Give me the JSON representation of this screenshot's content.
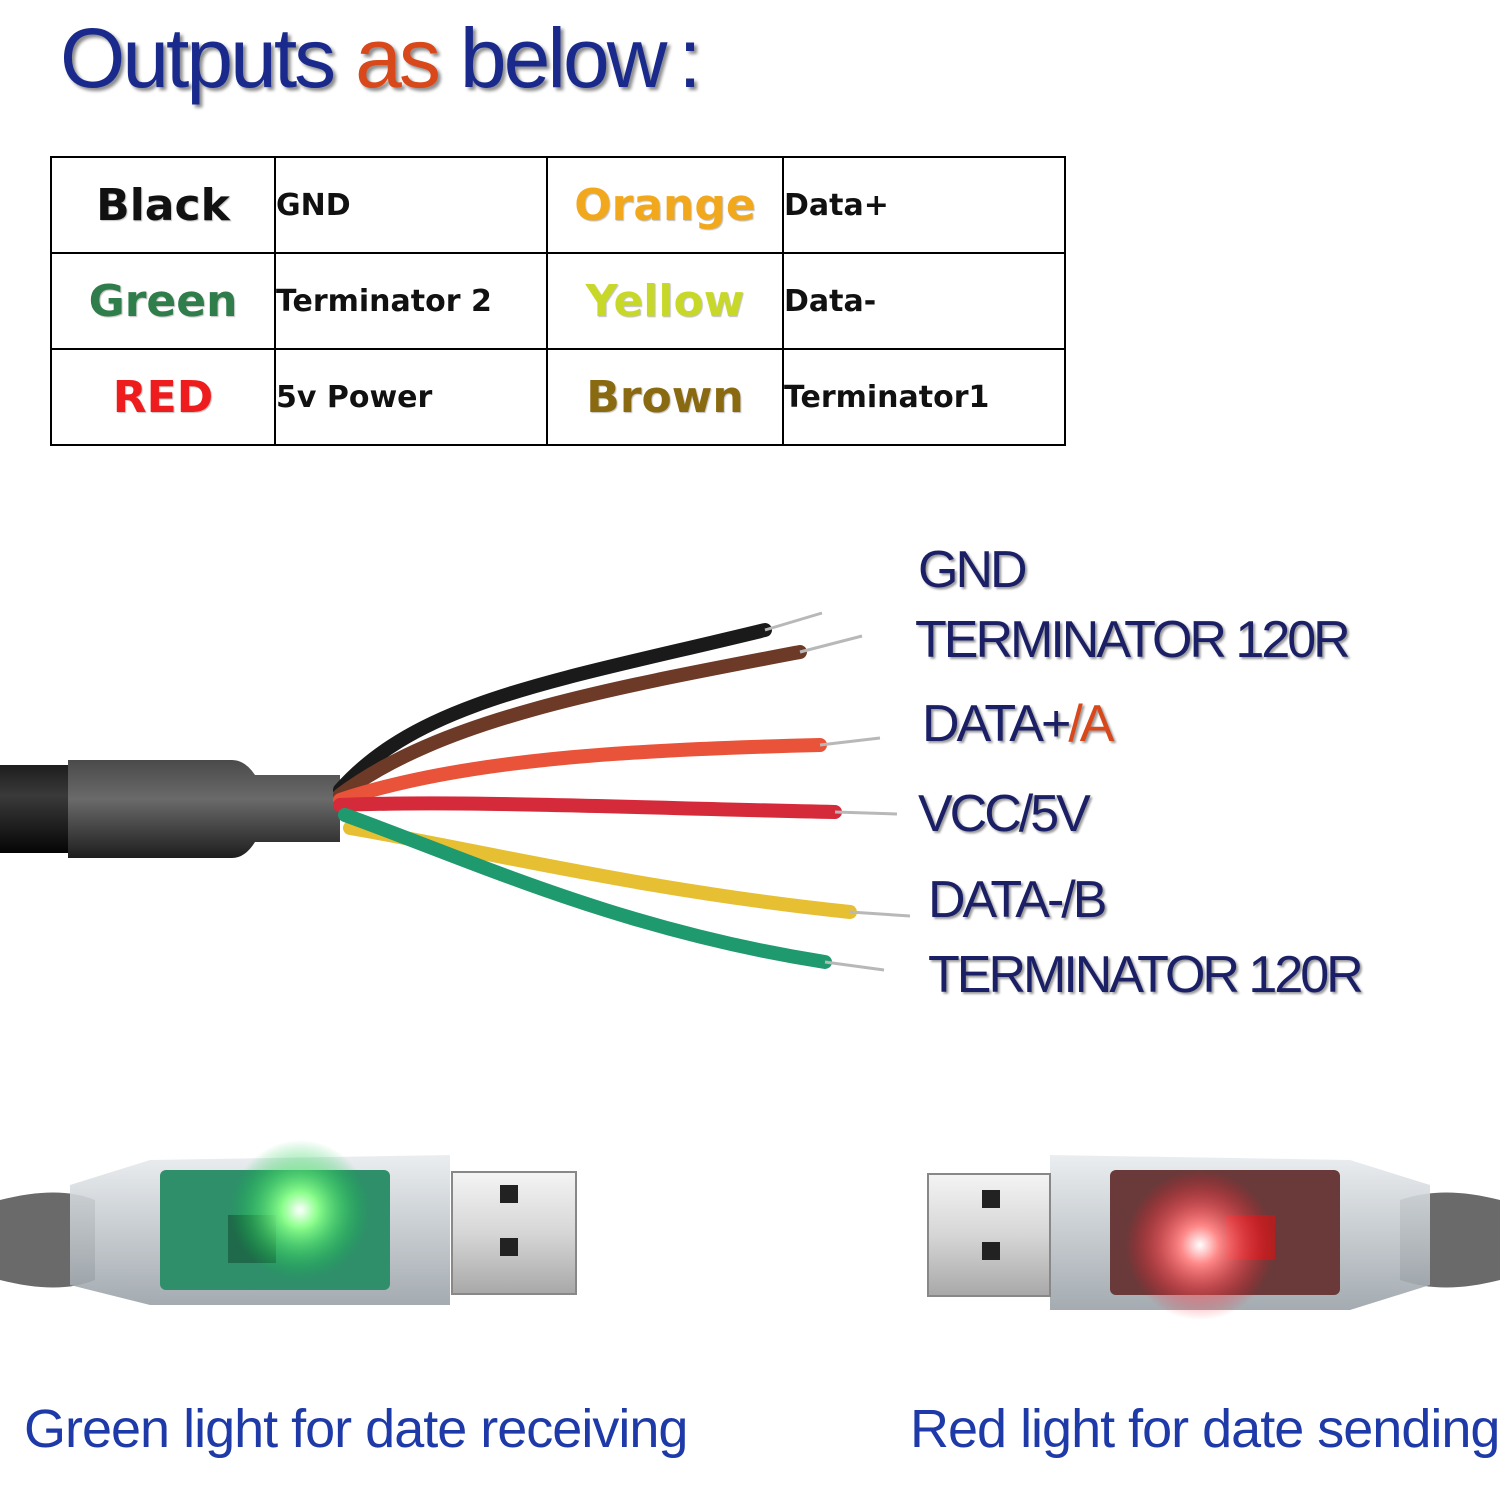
{
  "title": {
    "w1": "Outputs",
    "w2": "as",
    "w3": "below",
    "w4": ":"
  },
  "colors": {
    "title_primary": "#1a2a8c",
    "title_accent": "#d8481a",
    "label_text": "#1b1f66",
    "caption_text": "#1e3aa8"
  },
  "table": {
    "rows": [
      {
        "left_color": "Black",
        "left_color_hex": "#111111",
        "left_func": "GND",
        "right_color": "Orange",
        "right_color_hex": "#f2a81d",
        "right_func": "Data+"
      },
      {
        "left_color": "Green",
        "left_color_hex": "#2e7d4a",
        "left_func": "Terminator 2",
        "right_color": "Yellow",
        "right_color_hex": "#c8d828",
        "right_func": "Data-"
      },
      {
        "left_color": "RED",
        "left_color_hex": "#ee1c1c",
        "left_func": "5v Power",
        "right_color": "Brown",
        "right_color_hex": "#8a6a10",
        "right_func": "Terminator1"
      }
    ]
  },
  "wire_labels": [
    {
      "text": "GND",
      "accent": "",
      "rest": ""
    },
    {
      "text": "TERMINATOR 120R",
      "accent": "",
      "rest": ""
    },
    {
      "text": "DATA+",
      "accent": "/",
      "rest": "A"
    },
    {
      "text": "VCC/5V",
      "accent": "",
      "rest": ""
    },
    {
      "text": "DATA-",
      "accent": "/",
      "rest": "B"
    },
    {
      "text": "TERMINATOR 120R",
      "accent": "",
      "rest": ""
    }
  ],
  "wires": [
    {
      "name": "black",
      "hex": "#1a1a1a"
    },
    {
      "name": "brown",
      "hex": "#6e3a28"
    },
    {
      "name": "orange",
      "hex": "#e8533a"
    },
    {
      "name": "red",
      "hex": "#d42a3a"
    },
    {
      "name": "yellow",
      "hex": "#e6c032"
    },
    {
      "name": "green",
      "hex": "#1f9a6e"
    }
  ],
  "captions": {
    "left": "Green light  for date receiving",
    "right": "Red light  for date sending"
  }
}
